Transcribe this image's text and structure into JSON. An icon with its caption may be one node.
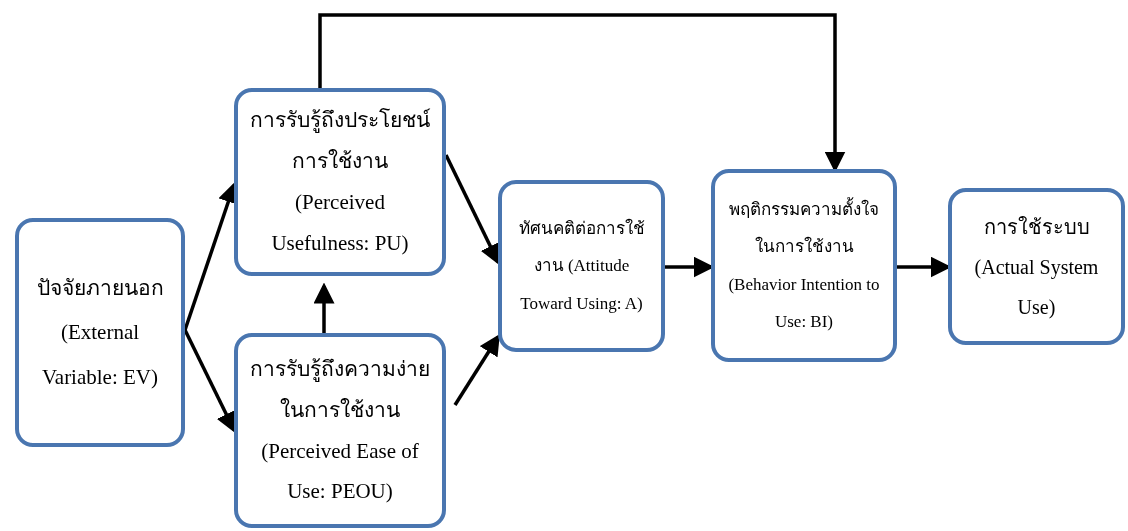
{
  "diagram": {
    "nodes": [
      {
        "text": [
          "ปัจจัยภายนอก (External Variable: EV)"
        ]
      },
      {
        "text": [
          "การรับรู้ถึงประโยชน์การใช้งาน (Perceived Usefulness: PU)"
        ]
      },
      {
        "text": [
          "การรับรู้ถึงความง่ายในการใช้งาน (Perceived Ease of Use: PEOU)"
        ]
      },
      {
        "text": [
          "ทัศนคติต่อการใช้งาน (Attitude Toward Using: A)"
        ]
      },
      {
        "text": [
          "พฤติกรรมความตั้งใจในการใช้งาน (Behavior Intention to Use: BI)"
        ]
      },
      {
        "text": [
          "การใช้ระบบ (Actual System Use)"
        ]
      }
    ],
    "edges": [
      {
        "from": 0,
        "to": 1,
        "arrow": "to"
      },
      {
        "from": 0,
        "to": 2,
        "arrow": "to"
      },
      {
        "from": 2,
        "to": 1,
        "arrow": "to"
      },
      {
        "from": 1,
        "to": 3,
        "arrow": "to"
      },
      {
        "from": 2,
        "to": 3,
        "arrow": "to"
      },
      {
        "from": 1,
        "to": 4,
        "arrow": "to"
      },
      {
        "from": 3,
        "to": 4,
        "arrow": "to"
      },
      {
        "from": 4,
        "to": 5,
        "arrow": "to"
      }
    ]
  }
}
